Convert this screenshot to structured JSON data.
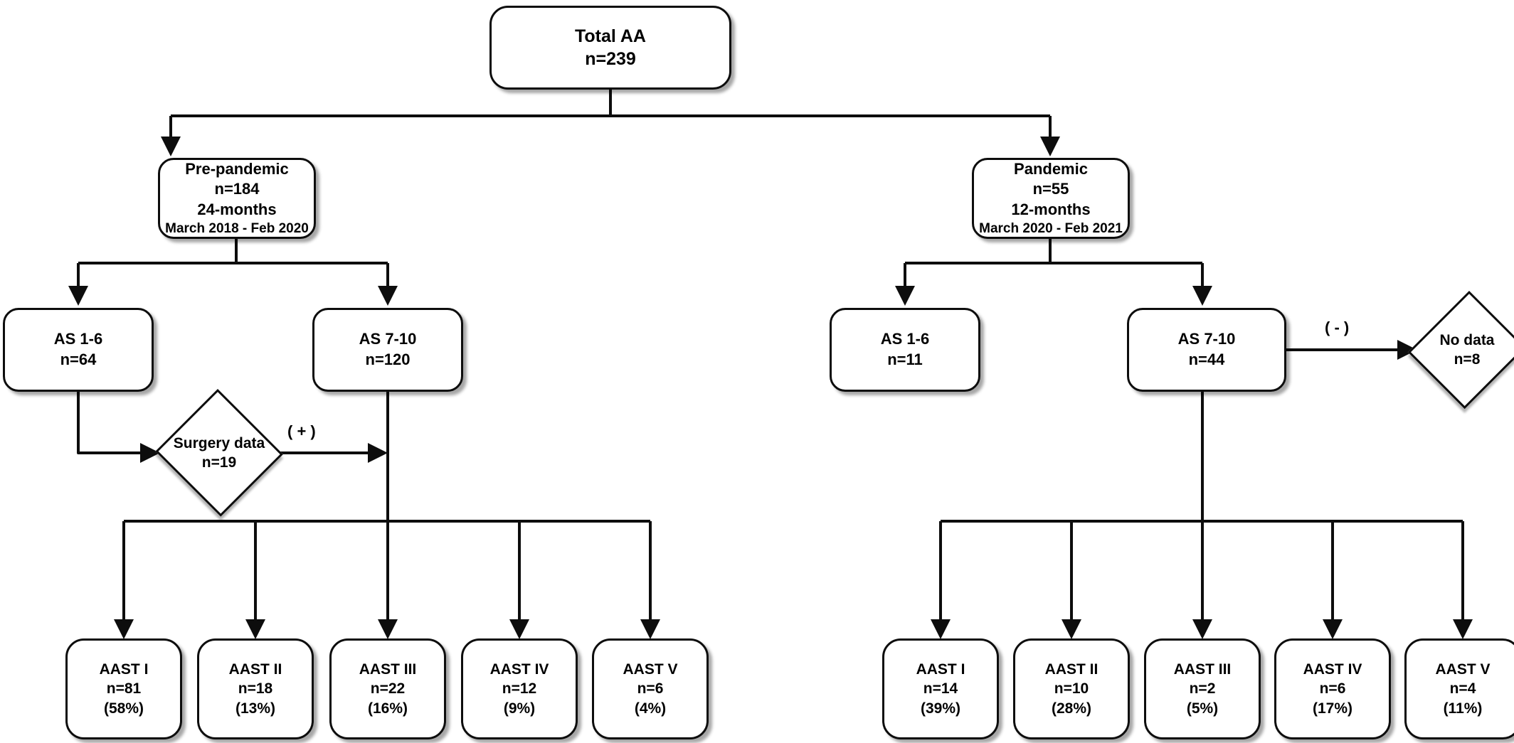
{
  "diagram": {
    "title": "AA flowchart",
    "colors": {
      "stroke": "#0d0d0d",
      "fill": "#ffffff",
      "text": "#000000"
    },
    "root": {
      "name": "Total AA",
      "line1": "Total AA",
      "line2": "n=239",
      "n": 239
    },
    "branches": [
      {
        "id": "pre-pandemic",
        "line1": "Pre-pandemic",
        "line2": "n=184",
        "line3": "24-months",
        "line4": "March 2018 - Feb 2020",
        "n": 184,
        "months": 24,
        "period": "March 2018 - Feb 2020",
        "as_low": {
          "line1": "AS 1-6",
          "line2": "n=64",
          "n": 64
        },
        "as_high": {
          "line1": "AS 7-10",
          "line2": "n=120",
          "n": 120
        },
        "decision": {
          "line1": "Surgery data",
          "line2": "n=19",
          "n": 19,
          "edge_label": "( + )"
        },
        "aast": [
          {
            "grade": "AAST I",
            "count": "n=81",
            "pct": "(58%)",
            "n": 81,
            "percent": 58
          },
          {
            "grade": "AAST II",
            "count": "n=18",
            "pct": "(13%)",
            "n": 18,
            "percent": 13
          },
          {
            "grade": "AAST III",
            "count": "n=22",
            "pct": "(16%)",
            "n": 22,
            "percent": 16
          },
          {
            "grade": "AAST IV",
            "count": "n=12",
            "pct": "(9%)",
            "n": 12,
            "percent": 9
          },
          {
            "grade": "AAST V",
            "count": "n=6",
            "pct": "(4%)",
            "n": 6,
            "percent": 4
          }
        ]
      },
      {
        "id": "pandemic",
        "line1": "Pandemic",
        "line2": "n=55",
        "line3": "12-months",
        "line4": "March 2020 - Feb 2021",
        "n": 55,
        "months": 12,
        "period": "March 2020 - Feb 2021",
        "as_low": {
          "line1": "AS 1-6",
          "line2": "n=11",
          "n": 11
        },
        "as_high": {
          "line1": "AS 7-10",
          "line2": "n=44",
          "n": 44
        },
        "decision": {
          "line1": "No data",
          "line2": "n=8",
          "n": 8,
          "edge_label": "( - )"
        },
        "aast": [
          {
            "grade": "AAST I",
            "count": "n=14",
            "pct": "(39%)",
            "n": 14,
            "percent": 39
          },
          {
            "grade": "AAST II",
            "count": "n=10",
            "pct": "(28%)",
            "n": 10,
            "percent": 28
          },
          {
            "grade": "AAST III",
            "count": "n=2",
            "pct": "(5%)",
            "n": 2,
            "percent": 5
          },
          {
            "grade": "AAST IV",
            "count": "n=6",
            "pct": "(17%)",
            "n": 6,
            "percent": 17
          },
          {
            "grade": "AAST V",
            "count": "n=4",
            "pct": "(11%)",
            "n": 4,
            "percent": 11
          }
        ]
      }
    ]
  }
}
